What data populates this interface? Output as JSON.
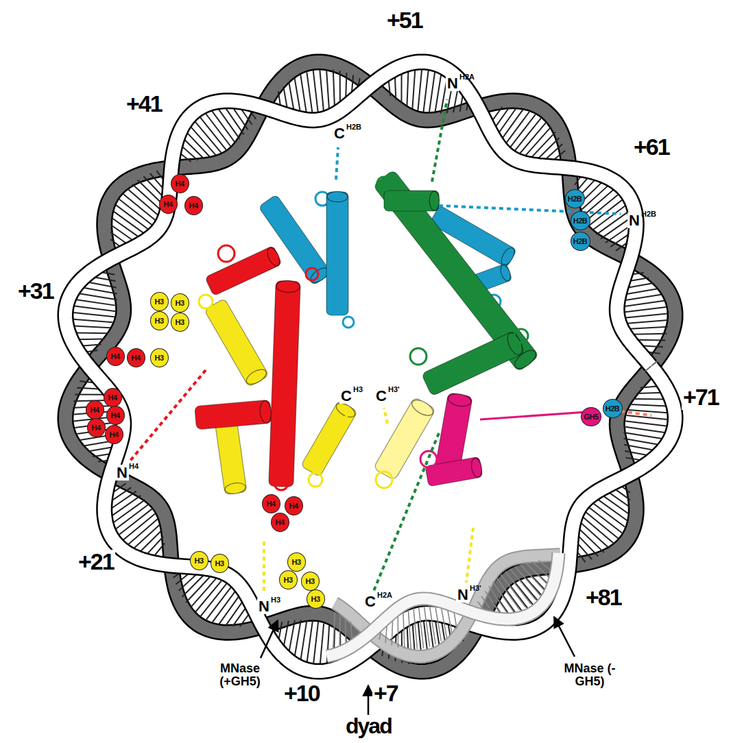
{
  "diagram": {
    "nodes": [
      {
        "text": [
          "H4"
        ]
      },
      {
        "text": [
          "H4"
        ]
      },
      {
        "text": [
          "H4"
        ]
      },
      {
        "text": [
          "H3"
        ]
      },
      {
        "text": [
          "H3"
        ]
      },
      {
        "text": [
          "H3"
        ]
      },
      {
        "text": [
          "H3"
        ]
      },
      {
        "text": [
          "H4"
        ]
      },
      {
        "text": [
          "H4"
        ]
      },
      {
        "text": [
          "H3"
        ]
      },
      {
        "text": [
          "H4"
        ]
      },
      {
        "text": [
          "H4"
        ]
      },
      {
        "text": [
          "H4"
        ]
      },
      {
        "text": [
          "H4"
        ]
      },
      {
        "text": [
          "H4"
        ]
      },
      {
        "text": [
          "H2B"
        ]
      },
      {
        "text": [
          "H2B"
        ]
      },
      {
        "text": [
          "H2B"
        ]
      },
      {
        "text": [
          "GH5"
        ]
      },
      {
        "text": [
          "H2B"
        ]
      },
      {
        "text": [
          "H4"
        ]
      },
      {
        "text": [
          "H4"
        ]
      },
      {
        "text": [
          "H4"
        ]
      },
      {
        "text": [
          "H3"
        ]
      },
      {
        "text": [
          "H3"
        ]
      },
      {
        "text": [
          "H3"
        ]
      },
      {
        "text": [
          "H3"
        ]
      },
      {
        "text": [
          "H3"
        ]
      },
      {
        "text": [
          "H3"
        ]
      }
    ],
    "labels": [
      "+51",
      "+41",
      "+61",
      "+31",
      "+71",
      "+21",
      "+81",
      "+10",
      "+7",
      "dyad",
      "MNase (+GH5)",
      "MNase (-GH5)",
      "N",
      "H2A",
      "C",
      "H2B",
      "N",
      "H2B",
      "N",
      "H4",
      "C",
      "H3",
      "C",
      "H3'",
      "N",
      "H3",
      "C",
      "H2A",
      "N",
      "H3'"
    ]
  }
}
